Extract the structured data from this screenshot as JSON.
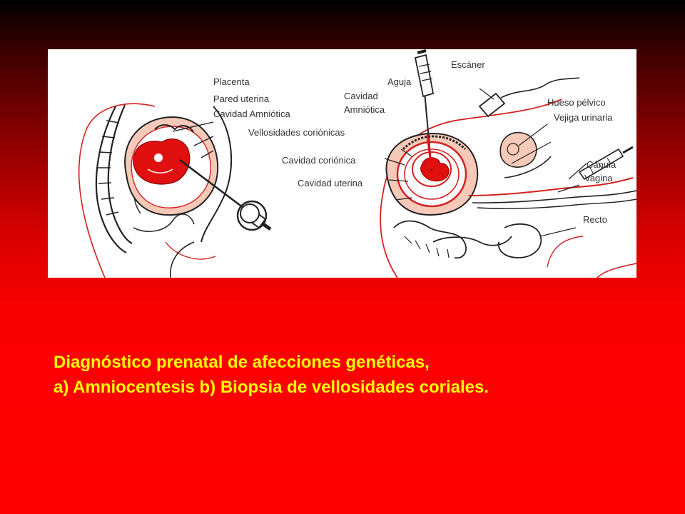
{
  "figure": {
    "labels_left": {
      "placenta": "Placenta",
      "pared_uterina": "Pared uterina",
      "cavidad_amniotica": "Cavidad Amniótica",
      "vellosidades_corionicas": "Vellosidades coriónicas"
    },
    "labels_right": {
      "escaner": "Escáner",
      "aguja": "Aguja",
      "cavidad_amniotica_line1": "Cavidad",
      "cavidad_amniotica_line2": "Amniótica",
      "cavidad_corionica": "Cavidad coriónica",
      "cavidad_uterina": "Cavidad uterina",
      "hueso_pelvico": "Hueso pélvico",
      "vejiga_urinaria": "Vejiga urinaria",
      "canula": "Cánula",
      "vagina": "Vagina",
      "recto": "Recto"
    }
  },
  "caption": {
    "line1": "Diagnóstico prenatal de afecciones genéticas,",
    "line2": "a) Amniocentesis b) Biopsia de vellosidades coriales."
  },
  "colors": {
    "caption_text": "#ffff00",
    "background_bottom": "#ff0000",
    "background_top": "#000000",
    "tissue_red": "#e01010",
    "outline_red": "#d42020",
    "tissue_pink": "#f6c9b8"
  }
}
